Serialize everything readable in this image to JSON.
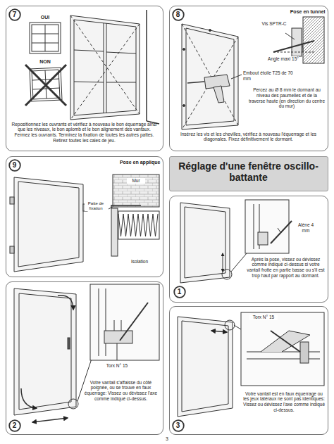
{
  "diagram": {
    "nodes": [
      {
        "text": [
          "Repositionnez les ouvrants et vérifiez à nouveau le bon équerrage ainsi que les niveaux, le bon aplomb et le bon alignement des vantaux. Fermez les ouvrants. Terminez la fixation de toutes les autres pattes. Retirez toutes les cales de jeu."
        ]
      },
      {
        "text": [
          "7"
        ],
        "in": 0
      },
      {
        "text": [
          "Pose en tunnel",
          "Insérez les vis et les chevilles, vérifiez à nouveau l'équerrage et les diagonales. Fixez définitivement le dormant."
        ]
      },
      {
        "text": [
          "8"
        ],
        "in": 2
      },
      {
        "text": [
          "Pose en applique"
        ]
      },
      {
        "text": [
          "9"
        ],
        "in": 4
      },
      {
        "text": [
          "Réglage d'une fenêtre oscillo-battante"
        ]
      },
      {
        "text": [
          "Après la pose, vissez ou dévissez comme indiqué ci-dessus si votre vantail frotte en partie basse ou s'il est trop haut par rapport au dormant."
        ]
      },
      {
        "text": [
          "1"
        ],
        "in": 7
      },
      {
        "text": [
          "Votre vantail s'affaisse du côté poignée, ou se trouve en faux équerrage: Vissez ou dévissez l'axe comme indiqué ci-dessus."
        ]
      },
      {
        "text": [
          "2"
        ],
        "in": 9
      },
      {
        "text": [
          "Votre vantail est en faux équerrage ou les jeux latéraux ne sont pas identiques: Vissez ou dévissez l'axe comme indiqué ci-dessus."
        ]
      },
      {
        "text": [
          "3"
        ],
        "in": 11
      }
    ],
    "labels": [
      "OUI",
      "NON",
      "Vis SPTR-C",
      "Angle maxi 15°",
      "Embout étoile T25 de 70 mm",
      "Percez au Ø 8 mm le dormant au niveau des paumelles et de la traverse haute (en direction du centre du mur)",
      "Mur",
      "Patte de fixation",
      "Isolation",
      "Alène 4 mm",
      "Torx N° 15",
      "Torx N° 15",
      "3"
    ]
  }
}
